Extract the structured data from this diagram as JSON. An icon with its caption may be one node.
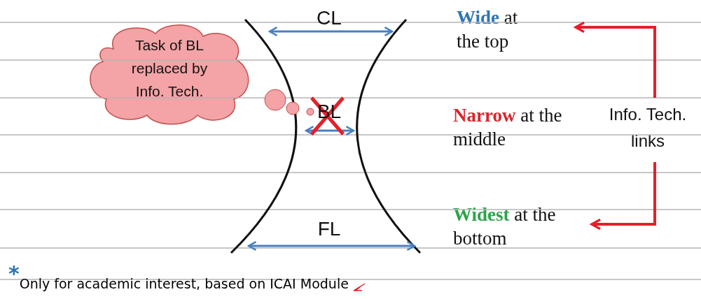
{
  "diagram": {
    "nodes": [
      {
        "text": [
          "Task of BL replaced by Info. Tech."
        ]
      },
      {
        "text": [
          "Info. Tech. links"
        ]
      },
      {
        "text": [
          "**Wide** at the top"
        ]
      },
      {
        "text": [
          "**Widest** at the bottom"
        ]
      }
    ],
    "edges": [
      {
        "from": 1,
        "to": 2,
        "arrow": "to"
      },
      {
        "from": 1,
        "to": 3,
        "arrow": "to"
      }
    ],
    "labels": [
      "CL",
      "BL",
      "**Narrow** at the middle",
      "FL",
      "$^{*}$Only for academic interest, based on ICAI Module"
    ]
  }
}
